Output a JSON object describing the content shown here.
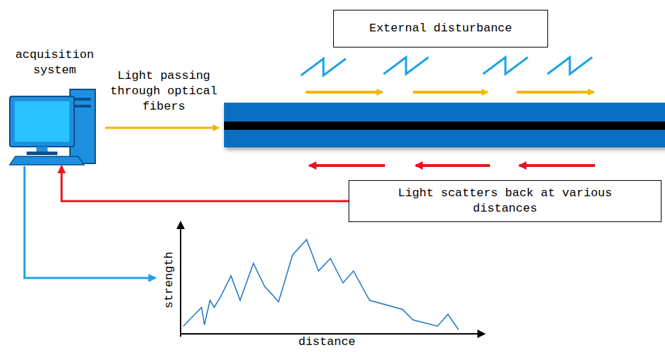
{
  "diagram": {
    "nodes": [
      {
        "text": [
          "acquisition system"
        ]
      },
      {
        "text": [
          "External disturbance"
        ]
      },
      {
        "text": [
          "Light scatters back at various distances"
        ]
      },
      {
        "text": [
          "strength",
          "distance"
        ]
      }
    ],
    "edges": [
      {
        "from": 2,
        "to": 0,
        "arrow": "to"
      },
      {
        "from": 0,
        "to": 3,
        "arrow": "to"
      }
    ],
    "labels": [
      "Light passing through optical fibers"
    ]
  }
}
